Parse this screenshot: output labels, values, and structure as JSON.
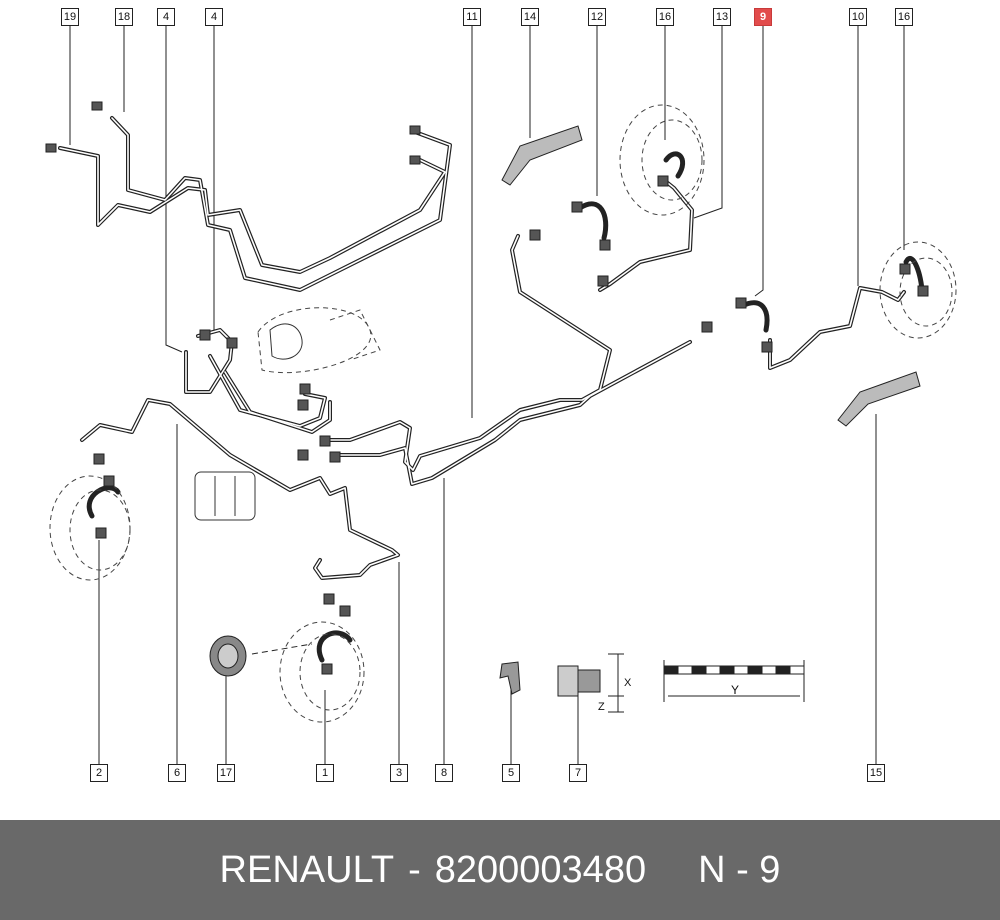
{
  "callouts": {
    "c19": "19",
    "c18": "18",
    "c4a": "4",
    "c4b": "4",
    "c11": "11",
    "c14": "14",
    "c12": "12",
    "c16a": "16",
    "c13": "13",
    "c9": "9",
    "c10": "10",
    "c16b": "16",
    "c2": "2",
    "c6": "6",
    "c17": "17",
    "c1": "1",
    "c3": "3",
    "c8": "8",
    "c5": "5",
    "c7": "7",
    "c15": "15"
  },
  "highlighted_callout": "9",
  "dimension_labels": {
    "x": "X",
    "y": "Y",
    "z": "Z"
  },
  "footer": {
    "brand": "RENAULT",
    "separator": "-",
    "part_number": "8200003480",
    "ref_label": "N - 9"
  },
  "colors": {
    "line": "#222222",
    "highlight": "#e24c4c",
    "footer_bg": "#696969",
    "footer_text": "#ffffff"
  }
}
